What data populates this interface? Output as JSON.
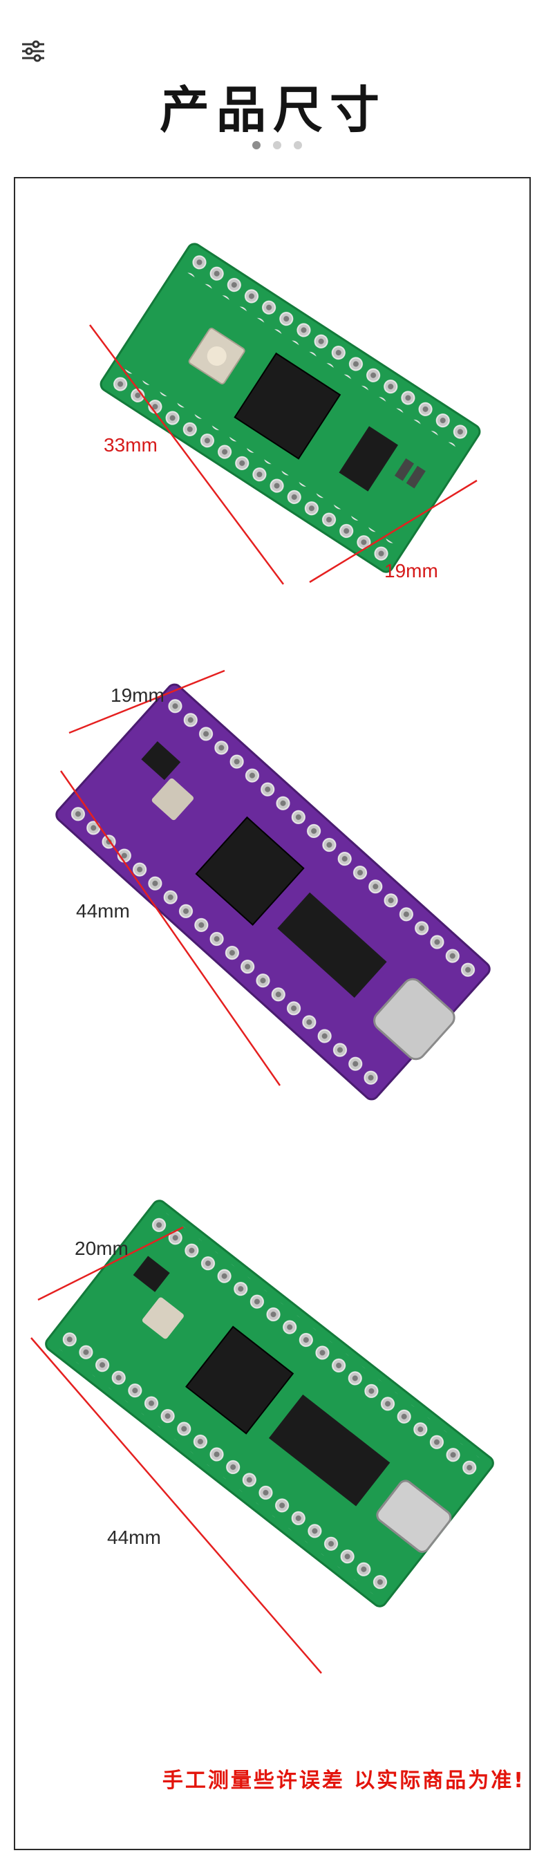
{
  "header": {
    "filter_icon": "sliders-icon",
    "title": "产品尺寸"
  },
  "carousel": {
    "dots": 3,
    "active": 0
  },
  "boards": [
    {
      "name": "green-board-1",
      "color": "#1e9b4f",
      "width_label": "19mm",
      "length_label": "33mm"
    },
    {
      "name": "purple-board",
      "color": "#6a2a9c",
      "width_label": "19mm",
      "length_label": "44mm"
    },
    {
      "name": "green-board-2",
      "color": "#1e9b4f",
      "width_label": "20mm",
      "length_label": "44mm"
    }
  ],
  "footer": {
    "note": "手工测量些许误差 以实际商品为准!"
  },
  "colors": {
    "dimension_line": "#e52020",
    "note": "#e3140b"
  }
}
